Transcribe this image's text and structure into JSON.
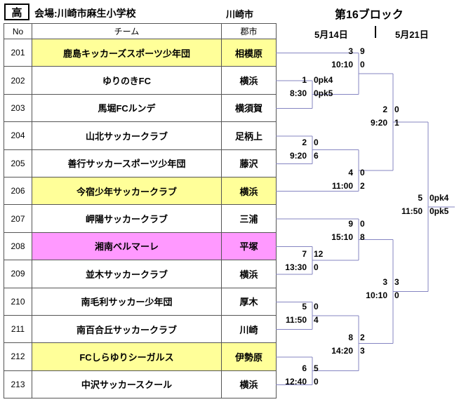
{
  "header": {
    "grade": "高",
    "venue_label": "会場:川崎市麻生小学校",
    "city": "川崎市",
    "block": "第16ブロック"
  },
  "dates": {
    "day1": "5月14日",
    "day2": "5月21日"
  },
  "table": {
    "columns": {
      "no": "No",
      "team": "チーム",
      "district": "郡市"
    },
    "teams": [
      {
        "no": "201",
        "name": "鹿島キッカーズスポーツ少年団",
        "district": "相模原",
        "highlight": "yellow"
      },
      {
        "no": "202",
        "name": "ゆりのきFC",
        "district": "横浜",
        "highlight": "none"
      },
      {
        "no": "203",
        "name": "馬堀FCルンデ",
        "district": "横須賀",
        "highlight": "none"
      },
      {
        "no": "204",
        "name": "山北サッカークラブ",
        "district": "足柄上",
        "highlight": "none"
      },
      {
        "no": "205",
        "name": "善行サッカースポーツ少年団",
        "district": "藤沢",
        "highlight": "none"
      },
      {
        "no": "206",
        "name": "今宿少年サッカークラブ",
        "district": "横浜",
        "highlight": "yellow"
      },
      {
        "no": "207",
        "name": "岬陽サッカークラブ",
        "district": "三浦",
        "highlight": "none"
      },
      {
        "no": "208",
        "name": "湘南ベルマーレ",
        "district": "平塚",
        "highlight": "pink"
      },
      {
        "no": "209",
        "name": "並木サッカークラブ",
        "district": "横浜",
        "highlight": "none"
      },
      {
        "no": "210",
        "name": "南毛利サッカー少年団",
        "district": "厚木",
        "highlight": "none"
      },
      {
        "no": "211",
        "name": "南百合丘サッカークラブ",
        "district": "川崎",
        "highlight": "none"
      },
      {
        "no": "212",
        "name": "FCしらゆりシーガルス",
        "district": "伊勢原",
        "highlight": "yellow"
      },
      {
        "no": "213",
        "name": "中沢サッカースクール",
        "district": "横浜",
        "highlight": "none"
      }
    ]
  },
  "bracket": {
    "matches": [
      {
        "id": "m1",
        "between": "202-203",
        "match_no": "1",
        "time": "8:30",
        "upper_score": "0pk4",
        "lower_score": "0pk5"
      },
      {
        "id": "m2",
        "between": "201-winner(m1)",
        "match_no": "3",
        "time": "10:10",
        "upper_score": "9",
        "lower_score": "0"
      },
      {
        "id": "m3",
        "between": "204-205",
        "match_no": "2",
        "time": "9:20",
        "upper_score": "0",
        "lower_score": "6"
      },
      {
        "id": "m4",
        "between": "winner(m3)-206",
        "match_no": "4",
        "time": "11:00",
        "upper_score": "0",
        "lower_score": "2"
      },
      {
        "id": "m5",
        "between": "winner(m2)-winner(m4)",
        "match_no": "2",
        "time": "9:20",
        "upper_score": "0",
        "lower_score": "1"
      },
      {
        "id": "m6",
        "between": "208-209",
        "match_no": "7",
        "time": "13:30",
        "upper_score": "12",
        "lower_score": "0"
      },
      {
        "id": "m7",
        "between": "207-winner(m6)",
        "match_no": "9",
        "time": "15:10",
        "upper_score": "0",
        "lower_score": "8"
      },
      {
        "id": "m8",
        "between": "210-211",
        "match_no": "5",
        "time": "11:50",
        "upper_score": "0",
        "lower_score": "4"
      },
      {
        "id": "m9",
        "between": "212-213",
        "match_no": "6",
        "time": "12:40",
        "upper_score": "5",
        "lower_score": "0"
      },
      {
        "id": "m10",
        "between": "winner(m8)-winner(m9)",
        "match_no": "8",
        "time": "14:20",
        "upper_score": "2",
        "lower_score": "3"
      },
      {
        "id": "m11",
        "between": "winner(m7)-winner(m10)",
        "match_no": "3",
        "time": "10:10",
        "upper_score": "3",
        "lower_score": "0"
      },
      {
        "id": "m12",
        "between": "final",
        "match_no": "5",
        "time": "11:50",
        "upper_score": "0pk4",
        "lower_score": "0pk5"
      }
    ]
  },
  "colors": {
    "highlight_yellow": "#ffff99",
    "highlight_pink": "#ff99ff",
    "bracket_line": "#8585c2"
  }
}
